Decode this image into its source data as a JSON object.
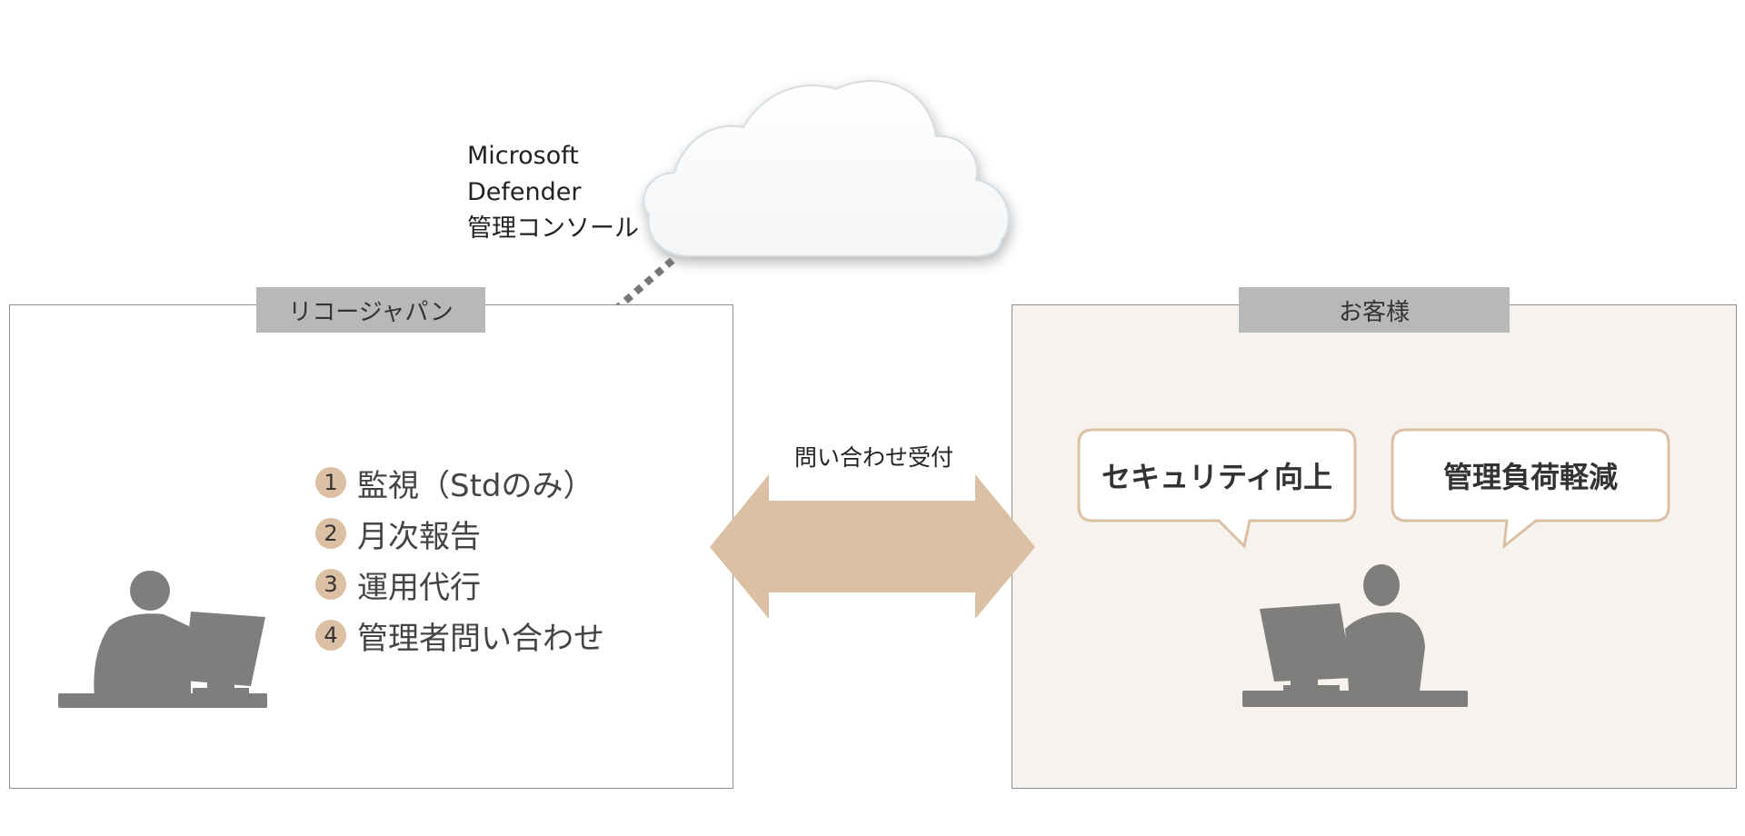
{
  "cloud": {
    "label_lines": [
      "Microsoft",
      "Defender",
      "管理コンソール"
    ]
  },
  "provider": {
    "name": "リコージャパン",
    "services": [
      {
        "num": "1",
        "text": "監視（Stdのみ）"
      },
      {
        "num": "2",
        "text": "月次報告"
      },
      {
        "num": "3",
        "text": "運用代行"
      },
      {
        "num": "4",
        "text": "管理者問い合わせ"
      }
    ]
  },
  "connection": {
    "label": "問い合わせ受付"
  },
  "customer": {
    "name": "お客様",
    "benefits": [
      "セキュリティ向上",
      "管理負荷軽減"
    ]
  },
  "colors": {
    "accent": "#dcc0a3",
    "bubble_border": "#dcc0a3",
    "tab_bg": "#b8b8b8",
    "silhouette": "#7f7e7c",
    "customer_bg": "#f6f3ef",
    "dotted_line": "#777777"
  },
  "icons": [
    "cloud-icon",
    "person-at-computer-icon",
    "double-arrow-icon",
    "speech-bubble-icon"
  ]
}
